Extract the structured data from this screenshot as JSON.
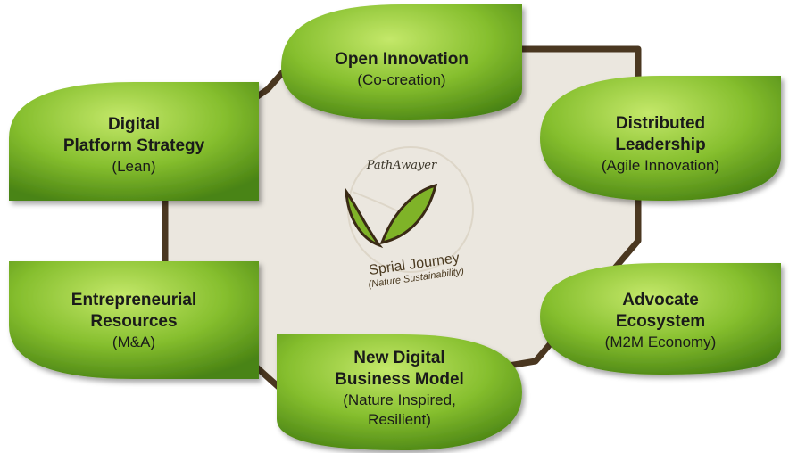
{
  "brand": {
    "name": "PathAwayer",
    "journey": "Sprial Journey",
    "note": "(Nature Sustainability)"
  },
  "colors": {
    "leaf_light": "#b6e05a",
    "leaf_dark": "#4f8b16",
    "frame": "#4a3720",
    "frame_fill": "#ebe7df"
  },
  "nodes": [
    {
      "id": "open-innovation",
      "title_lines": [
        "Open Innovation"
      ],
      "subtitle_lines": [
        "(Co-creation)"
      ]
    },
    {
      "id": "distributed-leadership",
      "title_lines": [
        "Distributed",
        "Leadership"
      ],
      "subtitle_lines": [
        "(Agile Innovation)"
      ]
    },
    {
      "id": "advocate-ecosystem",
      "title_lines": [
        "Advocate",
        "Ecosystem"
      ],
      "subtitle_lines": [
        "(M2M Economy)"
      ]
    },
    {
      "id": "new-digital-business-model",
      "title_lines": [
        "New Digital",
        "Business Model"
      ],
      "subtitle_lines": [
        "(Nature Inspired,",
        "Resilient)"
      ]
    },
    {
      "id": "entrepreneurial-resources",
      "title_lines": [
        "Entrepreneurial",
        "Resources"
      ],
      "subtitle_lines": [
        "(M&A)"
      ]
    },
    {
      "id": "digital-platform-strategy",
      "title_lines": [
        "Digital",
        "Platform Strategy"
      ],
      "subtitle_lines": [
        "(Lean)"
      ]
    }
  ]
}
